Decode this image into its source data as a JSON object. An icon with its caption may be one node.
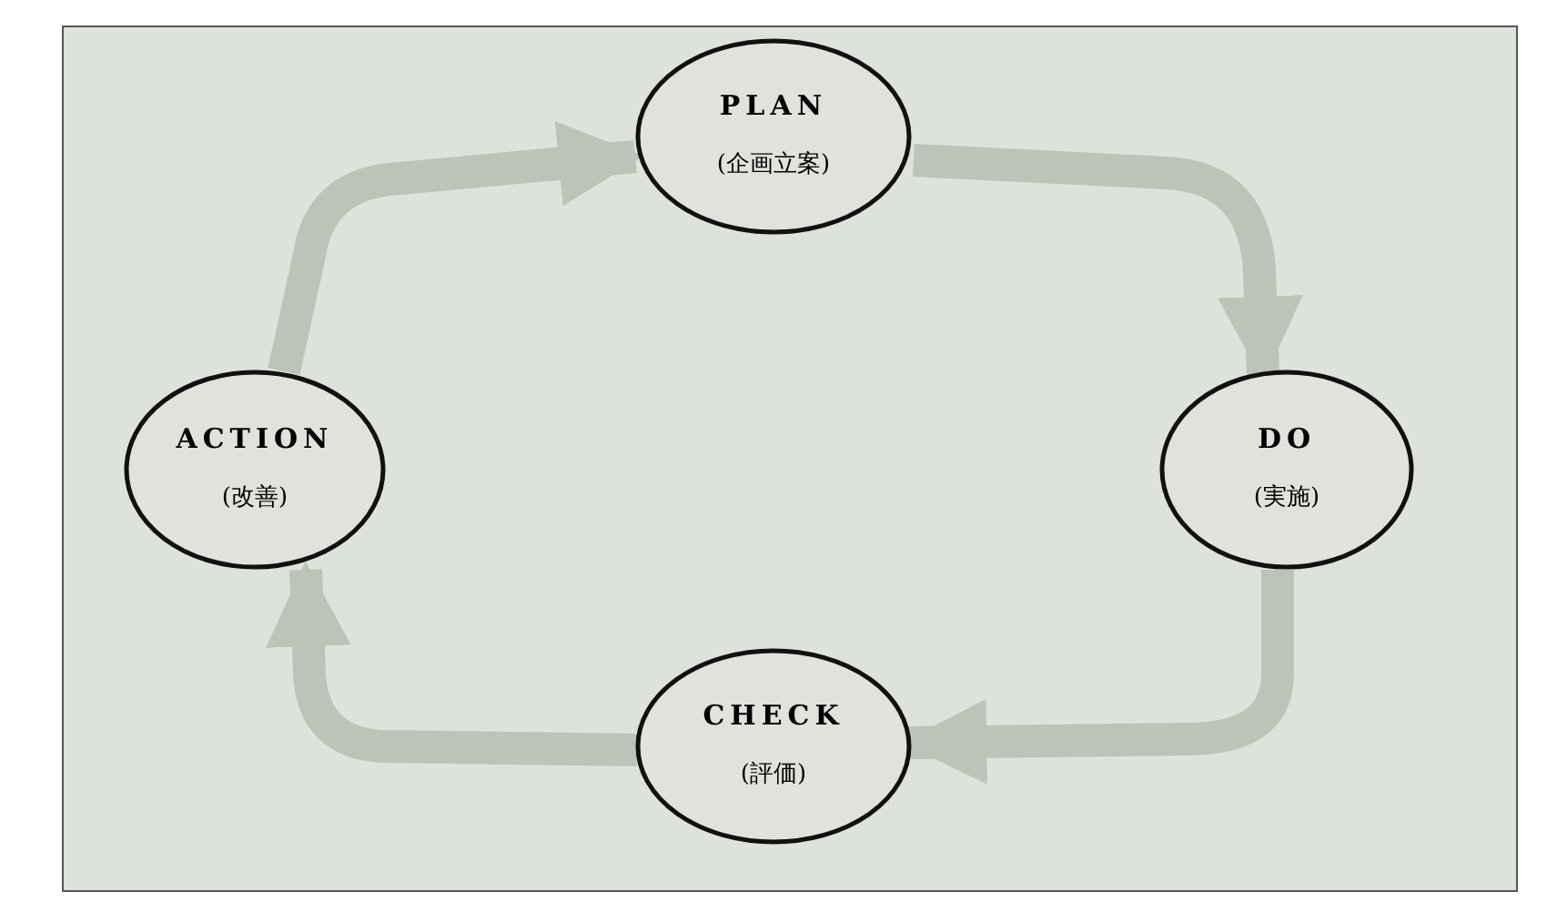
{
  "diagram": {
    "nodes": [
      {
        "text": [
          "PLAN",
          "(企画立案)"
        ]
      },
      {
        "text": [
          "DO",
          "(実施)"
        ]
      },
      {
        "text": [
          "CHECK",
          "(評価)"
        ]
      },
      {
        "text": [
          "ACTION",
          "(改善)"
        ]
      }
    ],
    "edges": [
      {
        "from": 0,
        "to": 1,
        "arrow": "to"
      },
      {
        "from": 1,
        "to": 2,
        "arrow": "to"
      },
      {
        "from": 2,
        "to": 3,
        "arrow": "to"
      },
      {
        "from": 3,
        "to": 0,
        "arrow": "to"
      }
    ]
  }
}
